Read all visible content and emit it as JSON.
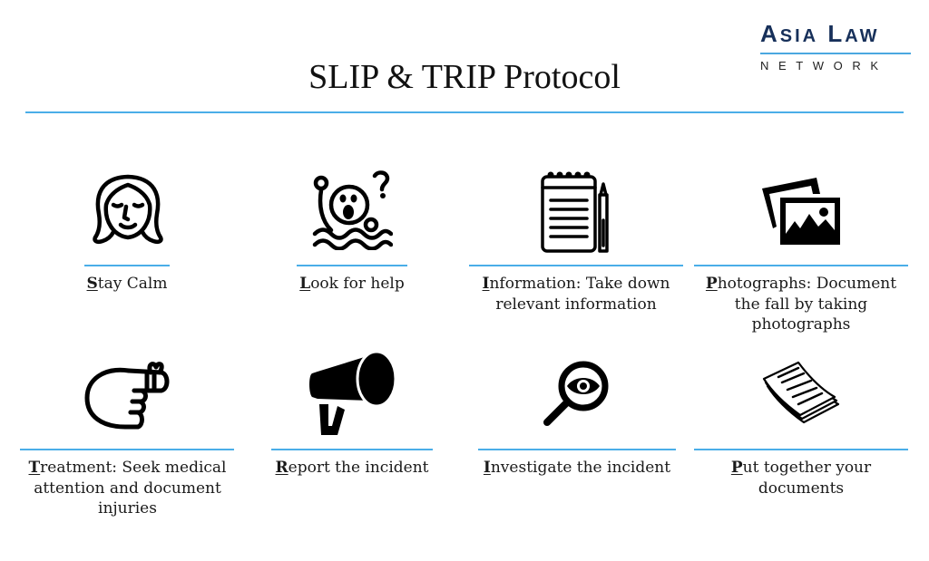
{
  "logo": {
    "line1_big1": "A",
    "line1_small1": "SIA",
    "line1_big2": "L",
    "line1_small2": "AW",
    "line2": "NETWORK"
  },
  "title": "SLIP & TRIP Protocol",
  "colors": {
    "accent_rule": "#4aaee8",
    "logo_navy": "#17305a",
    "text": "#1a1a1a"
  },
  "steps": [
    {
      "letter": "S",
      "rest": "tay Calm",
      "icon": "calm-face-icon"
    },
    {
      "letter": "L",
      "rest": "ook for help",
      "icon": "drowning-person-icon"
    },
    {
      "letter": "I",
      "rest": "nformation: Take down relevant information",
      "icon": "notepad-pen-icon"
    },
    {
      "letter": "P",
      "rest": "hotographs: Document the fall by taking photographs",
      "icon": "photographs-icon"
    },
    {
      "letter": "T",
      "rest": "reatment: Seek medical attention and document injuries",
      "icon": "bandaged-finger-icon"
    },
    {
      "letter": "R",
      "rest": "eport the incident",
      "icon": "megaphone-icon"
    },
    {
      "letter": "I",
      "rest": "nvestigate the incident",
      "icon": "magnifier-eye-icon"
    },
    {
      "letter": "P",
      "rest": "ut together your documents",
      "icon": "document-stack-icon"
    }
  ]
}
